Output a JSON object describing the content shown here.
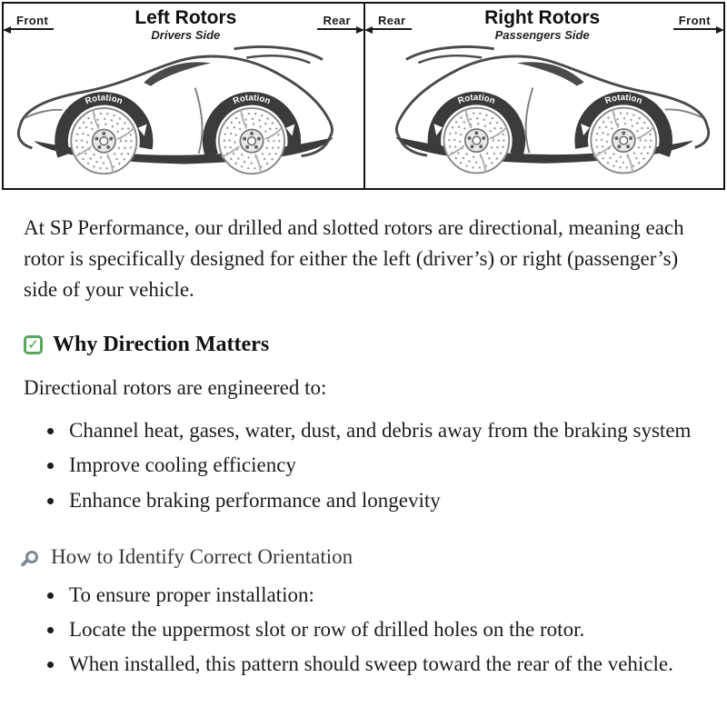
{
  "diagram": {
    "rotation_label": "Rotation",
    "panels": [
      {
        "left_label": "Front",
        "title": "Left Rotors",
        "subtitle": "Drivers Side",
        "right_label": "Rear"
      },
      {
        "left_label": "Rear",
        "title": "Right Rotors",
        "subtitle": "Passengers Side",
        "right_label": "Front"
      }
    ]
  },
  "article": {
    "intro": "At SP Performance, our drilled and slotted rotors are directional, meaning each rotor is specifically designed for either the left (driver’s) or right (passenger’s) side of your vehicle.",
    "section_direction": {
      "icon_check": "✓",
      "heading": "Why Direction Matters",
      "lead": "Directional rotors are engineered to:",
      "bullets": [
        "Channel heat, gases, water, dust, and debris away from the braking system",
        "Improve cooling efficiency",
        "Enhance braking performance and longevity"
      ]
    },
    "section_orientation": {
      "heading": "How to Identify Correct Orientation",
      "bullets": [
        "To ensure proper installation:",
        "Locate the uppermost slot or row of drilled holes on the rotor.",
        "When installed, this pattern should sweep toward the rear of the vehicle."
      ]
    }
  }
}
